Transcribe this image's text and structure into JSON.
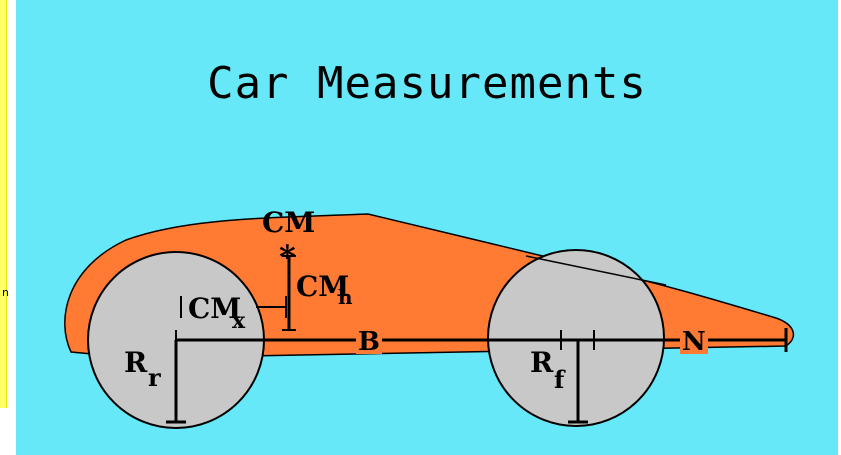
{
  "title": "Car Measurements",
  "labels": {
    "cm": "CM",
    "cm_marker": "*",
    "cmh": "CM",
    "cmh_sub": "h",
    "cmx": "CM",
    "cmx_sub": "x",
    "b": "B",
    "rr": "R",
    "rr_sub": "r",
    "rf": "R",
    "rf_sub": "f",
    "n": "N"
  },
  "edge_text": "n",
  "colors": {
    "background": "#66e8f8",
    "body": "#ff7a33",
    "wheel": "#c8c8c8",
    "frame": "#ffff66",
    "line": "#000000"
  }
}
